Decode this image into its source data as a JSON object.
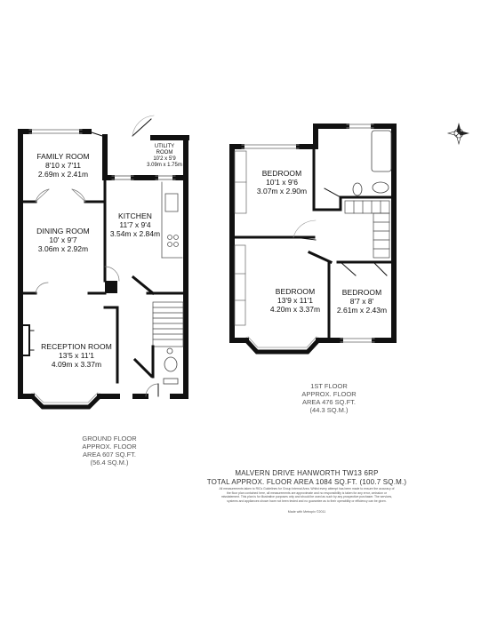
{
  "ground_floor": {
    "rooms": [
      {
        "id": "family",
        "name": "FAMILY ROOM",
        "dim_imperial": "8'10 x 7'11",
        "dim_metric": "2.69m x 2.41m"
      },
      {
        "id": "utility_a",
        "name": "UTILITY",
        "name2": "ROOM",
        "dim_imperial": "10'2 x 5'9",
        "dim_metric": "3.09m x 1.75m"
      },
      {
        "id": "dining",
        "name": "DINING ROOM",
        "dim_imperial": "10' x 9'7",
        "dim_metric": "3.06m x 2.92m"
      },
      {
        "id": "kitchen",
        "name": "KITCHEN",
        "dim_imperial": "11'7 x 9'4",
        "dim_metric": "3.54m x 2.84m"
      },
      {
        "id": "reception",
        "name": "RECEPTION ROOM",
        "dim_imperial": "13'5 x 11'1",
        "dim_metric": "4.09m x 3.37m"
      }
    ],
    "area_lines": [
      "GROUND FLOOR",
      "APPROX. FLOOR",
      "AREA 607 SQ.FT.",
      "(56.4 SQ.M.)"
    ]
  },
  "first_floor": {
    "rooms": [
      {
        "id": "bed1",
        "name": "BEDROOM",
        "dim_imperial": "10'1 x 9'6",
        "dim_metric": "3.07m x 2.90m"
      },
      {
        "id": "bed2",
        "name": "BEDROOM",
        "dim_imperial": "13'9 x 11'1",
        "dim_metric": "4.20m x 3.37m"
      },
      {
        "id": "bed3",
        "name": "BEDROOM",
        "dim_imperial": "8'7 x 8'",
        "dim_metric": "2.61m x 2.43m"
      }
    ],
    "area_lines": [
      "1ST FLOOR",
      "APPROX. FLOOR",
      "AREA 476 SQ.FT.",
      "(44.3 SQ.M.)"
    ]
  },
  "footer": {
    "address": "MALVERN DRIVE HANWORTH TW13 6RP",
    "total_area": "TOTAL APPROX. FLOOR AREA 1084 SQ.FT. (100.7 SQ.M.)",
    "disclaimer": "All measurements taken to RICs Guidelines for Group Internal Area. Whilst every attempt has been made to ensure the accuracy of the floor plan contained here, all measurements are approximate and no responsibility is taken for any error, omission or misstatement. This plan is for illustrative purposes only and should be used as such by any prospective purchaser. The services, systems and appliances shown have not been tested and no guarantee as to their operability or efficiency can be given.",
    "made_with": "Made with Metropix ©2011"
  },
  "compass_icon": "compass-rose",
  "colors": {
    "wall": "#111111",
    "window": "#bbbbbb",
    "text": "#222222"
  }
}
